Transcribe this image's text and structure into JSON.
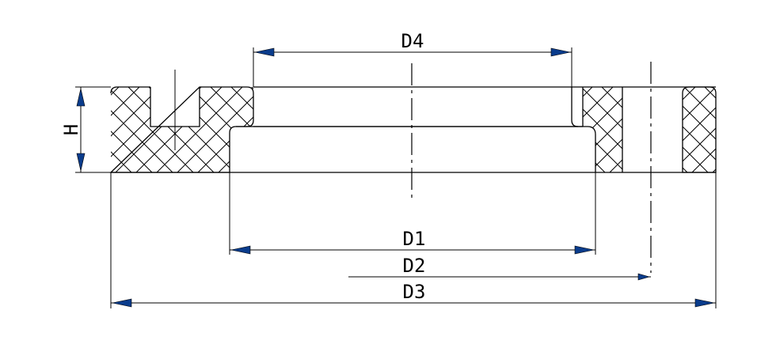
{
  "drawing": {
    "labels": {
      "d1": "D1",
      "d2": "D2",
      "d3": "D3",
      "d4": "D4",
      "h": "H"
    }
  },
  "colors": {
    "line": "#000000",
    "arrow": "#0a3c8c",
    "background": "#ffffff"
  }
}
